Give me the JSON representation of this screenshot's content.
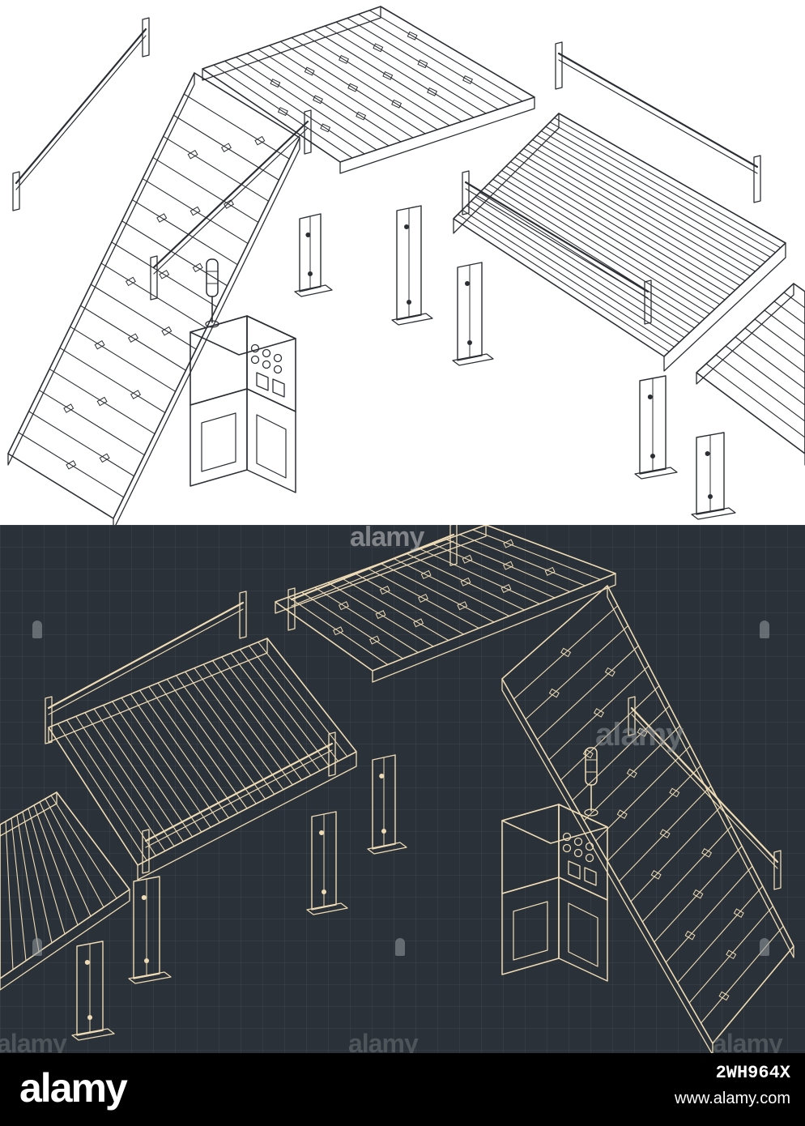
{
  "watermark": {
    "brand": "alamy"
  },
  "footer": {
    "logo": "alamy",
    "image_id": "2WH964X",
    "url": "www.alamy.com"
  },
  "colors": {
    "top_background": "#ffffff",
    "top_linework": "#2b2f33",
    "bottom_background": "#2a3138",
    "bottom_linework": "#efdcb6",
    "footer_background": "#000000"
  },
  "icons": {
    "control-cabinet": "electrical-cabinet-with-buttons",
    "signal-tower": "stack-light"
  }
}
